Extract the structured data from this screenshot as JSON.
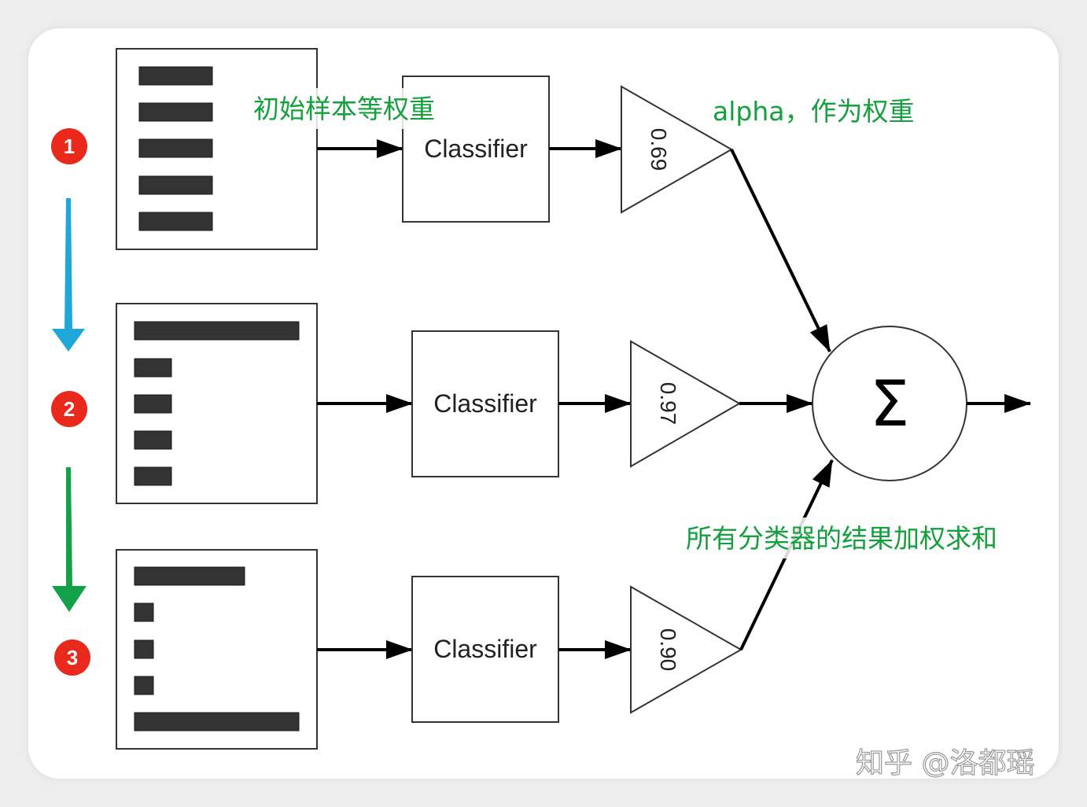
{
  "diagram": {
    "annotations": {
      "initial_weights": "初始样本等权重",
      "alpha_weight": "alpha，作为权重",
      "weighted_sum": "所有分类器的结果加权求和"
    },
    "steps": [
      "1",
      "2",
      "3"
    ],
    "classifier_label": "Classifier",
    "stages": [
      {
        "step": "1",
        "weight": "0.69"
      },
      {
        "step": "2",
        "weight": "0.97"
      },
      {
        "step": "3",
        "weight": "0.90"
      }
    ],
    "sum_symbol": "Σ",
    "watermark": "知乎 @洛都瑶",
    "colors": {
      "annotation": "#14a03c",
      "step_badge": "#e8291c",
      "arrow_1_to_2": "#1fa7d8",
      "arrow_2_to_3": "#13a14a"
    }
  }
}
